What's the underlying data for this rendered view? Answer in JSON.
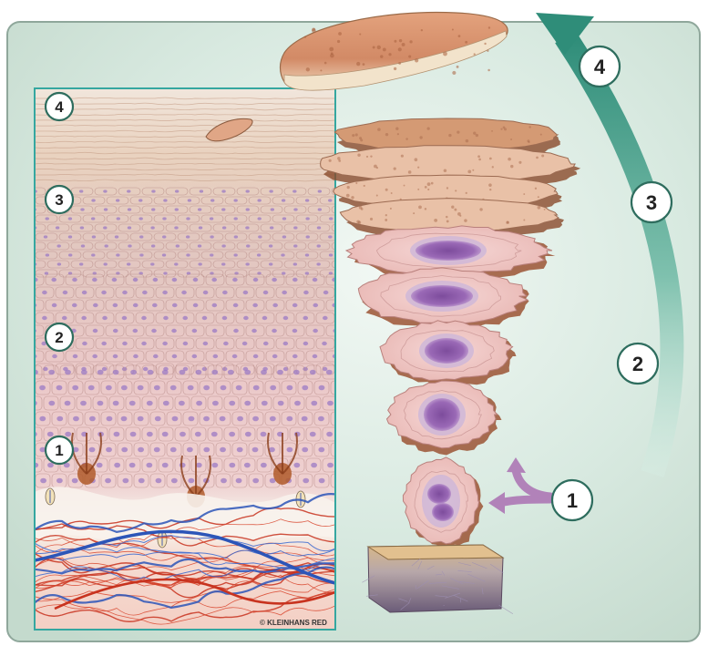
{
  "colors": {
    "frame_background": "#d5e6dd",
    "frame_border": "#8fa79b",
    "arrow_teal": "#3f9a88",
    "arrow_purple": "#b182b9",
    "badge_fill": "#ffffff",
    "badge_stroke": "#2e6d5e",
    "inset_border": "#35a7a0",
    "nucleus_purple": "#8b6bb8",
    "vessel_red": "#c8331f",
    "vessel_blue": "#2c55b8"
  },
  "inset": {
    "labels": [
      "4",
      "3",
      "2",
      "1"
    ]
  },
  "cycle": {
    "labels": [
      "4",
      "3",
      "2",
      "1"
    ]
  },
  "credit": "© KLEINHANS RED"
}
